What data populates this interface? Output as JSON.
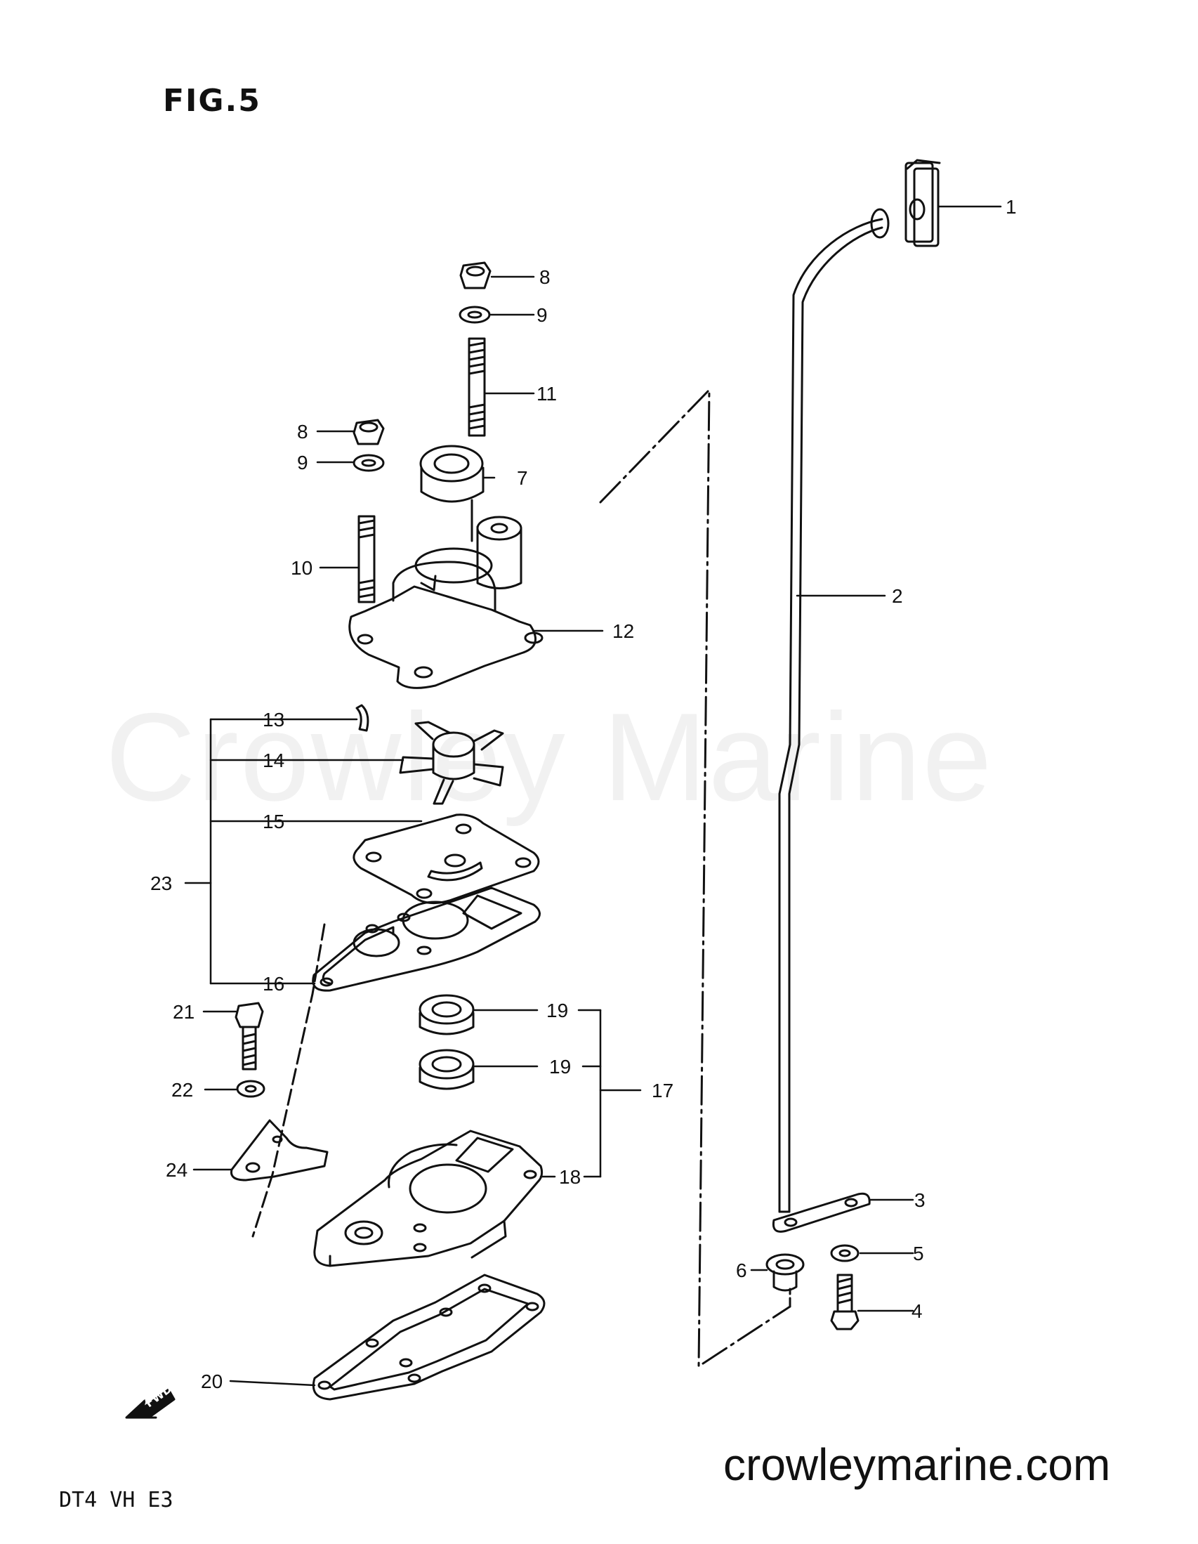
{
  "figure": {
    "title": "FIG.5",
    "watermark": "Crowley Marine",
    "website": "crowleymarine.com",
    "model_code": "DT4 VH E3",
    "fwd_marker": "FWD"
  },
  "callouts": [
    "1",
    "2",
    "3",
    "4",
    "5",
    "6",
    "7",
    "8",
    "8",
    "9",
    "9",
    "10",
    "11",
    "12",
    "13",
    "14",
    "15",
    "16",
    "17",
    "18",
    "19",
    "19",
    "20",
    "21",
    "22",
    "23",
    "24"
  ],
  "colors": {
    "ink": "#111111",
    "watermark": "#f1f1f1",
    "background": "#ffffff"
  }
}
